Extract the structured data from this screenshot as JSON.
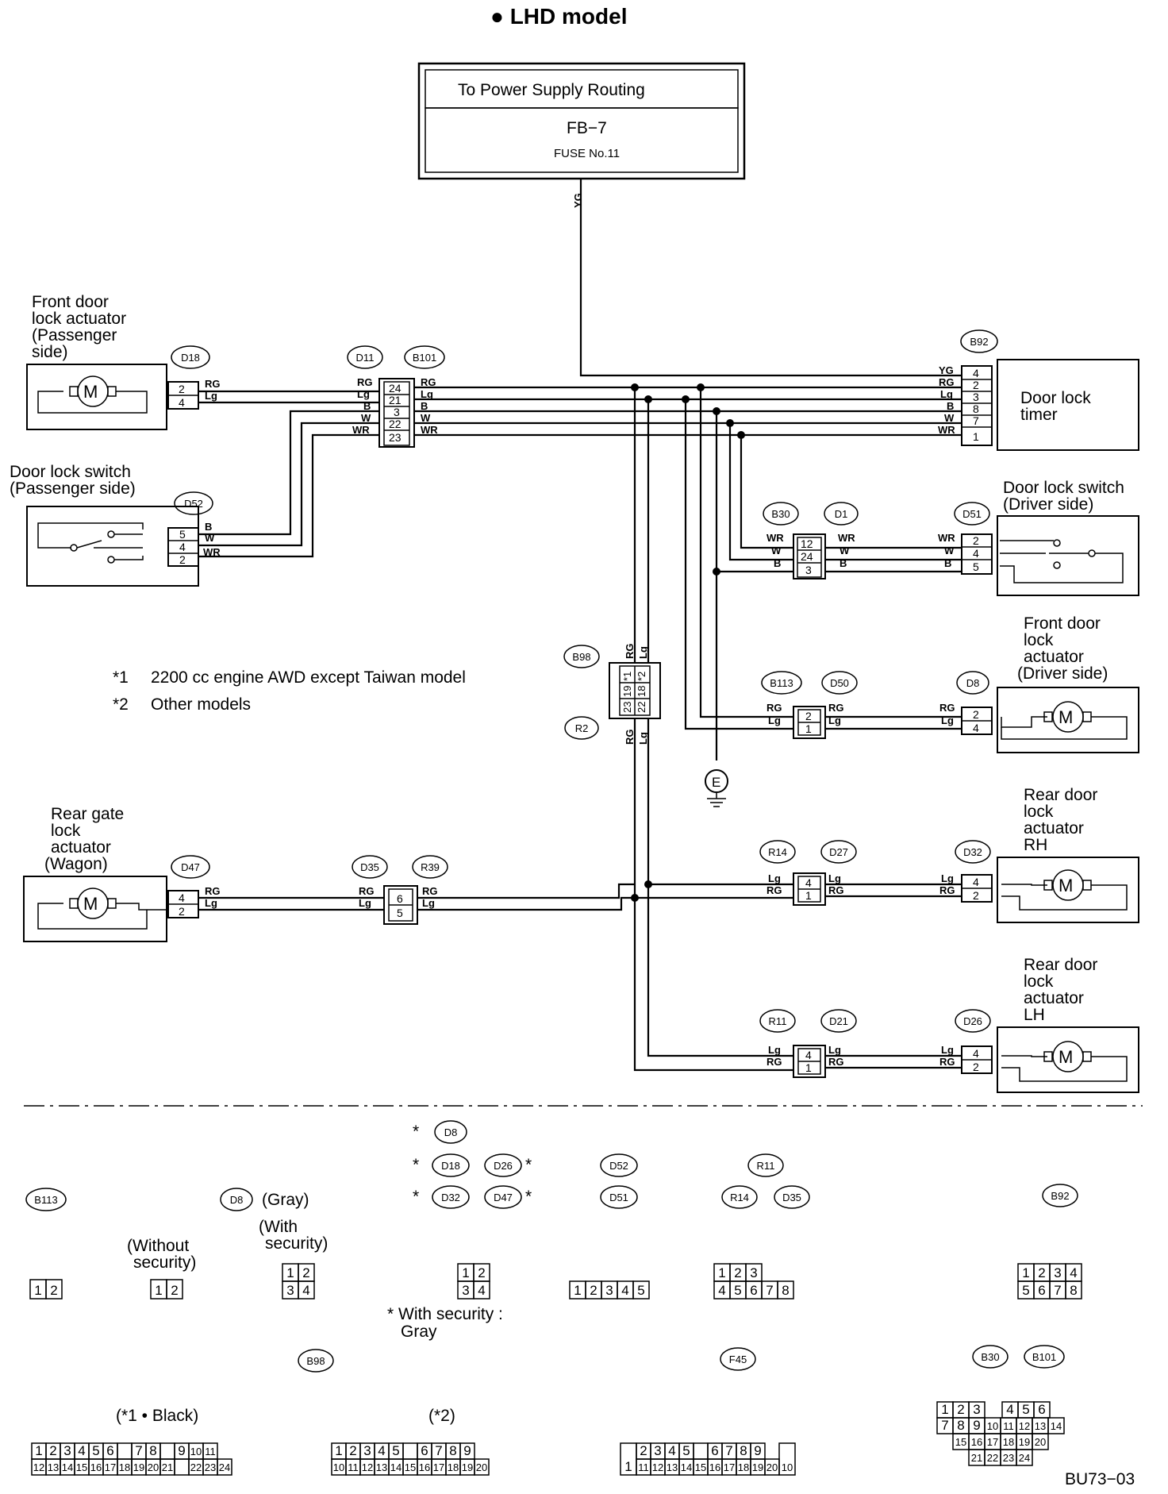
{
  "title": "● LHD model",
  "power": {
    "line1": "To Power Supply Routing",
    "line2": "FB−7",
    "line3": "FUSE No.11",
    "wire": "YG"
  },
  "components": {
    "front_door_passenger": [
      "Front door",
      "lock actuator",
      "(Passenger",
      " side)"
    ],
    "door_lock_switch_passenger": [
      "Door lock switch",
      "(Passenger side)"
    ],
    "door_lock_timer": [
      "Door lock",
      "timer"
    ],
    "door_lock_switch_driver": [
      "Door lock switch",
      "(Driver side)"
    ],
    "front_door_driver": [
      "Front door",
      "lock",
      "actuator",
      "(Driver side)"
    ],
    "rear_gate": [
      "Rear gate",
      "lock",
      "actuator",
      "(Wagon)"
    ],
    "rear_door_rh": [
      "Rear door",
      "lock",
      "actuator",
      "RH"
    ],
    "rear_door_lh": [
      "Rear door",
      "lock",
      "actuator",
      "LH"
    ]
  },
  "notes": {
    "n1_mark": "*1",
    "n1_text": "2200 cc engine AWD except Taiwan model",
    "n2_mark": "*2",
    "n2_text": "Other models"
  },
  "connectors": {
    "D18": "D18",
    "D11": "D11",
    "B101": "B101",
    "B92": "B92",
    "D52": "D52",
    "B30": "B30",
    "D1": "D1",
    "D51": "D51",
    "B98": "B98",
    "R2": "R2",
    "B113": "B113",
    "D50": "D50",
    "D8": "D8",
    "D47": "D47",
    "D35": "D35",
    "R39": "R39",
    "R14": "R14",
    "D27": "D27",
    "D32": "D32",
    "R11": "R11",
    "D21": "D21",
    "D26": "D26",
    "E": "E",
    "F45": "F45"
  },
  "wires": {
    "RG": "RG",
    "Lg": "Lg",
    "B": "B",
    "W": "W",
    "WR": "WR",
    "YG": "YG"
  },
  "pins": {
    "d18": [
      "2",
      "4"
    ],
    "d11": [
      "24",
      "21",
      "3",
      "22",
      "23"
    ],
    "b92": [
      "4",
      "2",
      "3",
      "8",
      "7",
      "1"
    ],
    "d52": [
      "5",
      "4",
      "2"
    ],
    "b30": [
      "12",
      "24",
      "3"
    ],
    "d51": [
      "2",
      "4",
      "5"
    ],
    "b98a": [
      "*1",
      "*2",
      "19",
      "18",
      "23",
      "22"
    ],
    "b113": [
      "2",
      "1"
    ],
    "d8": [
      "2",
      "4"
    ],
    "d47": [
      "4",
      "2"
    ],
    "d35": [
      "6",
      "5"
    ],
    "r14": [
      "4",
      "1"
    ],
    "d32": [
      "4",
      "2"
    ],
    "r11": [
      "4",
      "1"
    ],
    "d26": [
      "4",
      "2"
    ]
  },
  "legend": {
    "star": "*",
    "gray": "(Gray)",
    "without_security": [
      "(Without",
      "security)"
    ],
    "with_security": [
      "(With",
      "security)"
    ],
    "with_security_gray": [
      "* With security :",
      "Gray"
    ],
    "black": "(*1 • Black)",
    "other": "(*2)",
    "b113_faces": [
      "1",
      "2"
    ],
    "d8_without_faces": [
      "1",
      "2"
    ],
    "d8_with_faces": [
      "1",
      "2",
      "3",
      "4"
    ],
    "d18_faces": [
      "1",
      "2",
      "3",
      "4"
    ],
    "d52_faces": [
      "1",
      "2",
      "3",
      "4",
      "5"
    ],
    "r11_top": [
      "1",
      "2",
      "3"
    ],
    "r11_bottom": [
      "4",
      "5",
      "6",
      "7",
      "8"
    ],
    "b92_top": [
      "1",
      "2",
      "3",
      "4"
    ],
    "b92_bottom": [
      "5",
      "6",
      "7",
      "8"
    ],
    "b98_black_top": [
      "1",
      "2",
      "3",
      "4",
      "5",
      "6",
      "",
      "7",
      "8",
      "",
      "9",
      "10",
      "11"
    ],
    "b98_black_bottom": [
      "12",
      "13",
      "14",
      "15",
      "16",
      "17",
      "18",
      "19",
      "20",
      "21",
      "",
      "22",
      "23",
      "24"
    ],
    "b98_other_top": [
      "1",
      "2",
      "3",
      "4",
      "5",
      "",
      "6",
      "7",
      "8",
      "9"
    ],
    "b98_other_bottom": [
      "10",
      "11",
      "12",
      "13",
      "14",
      "15",
      "16",
      "17",
      "18",
      "19",
      "20"
    ],
    "f45_left": "1",
    "f45_right": "10",
    "f45_top": [
      "2",
      "3",
      "4",
      "5",
      "",
      "6",
      "7",
      "8",
      "9"
    ],
    "f45_bottom": [
      "11",
      "12",
      "13",
      "14",
      "15",
      "16",
      "17",
      "18",
      "19",
      "20"
    ],
    "b30_r1a": [
      "1",
      "2",
      "3"
    ],
    "b30_r1b": [
      "4",
      "5",
      "6"
    ],
    "b30_r2": [
      "7",
      "8",
      "9",
      "10",
      "11",
      "12",
      "13",
      "14"
    ],
    "b30_r3": [
      "15",
      "16",
      "17",
      "18",
      "19",
      "20"
    ],
    "b30_r4": [
      "21",
      "22",
      "23",
      "24"
    ]
  },
  "code": "BU73−03"
}
